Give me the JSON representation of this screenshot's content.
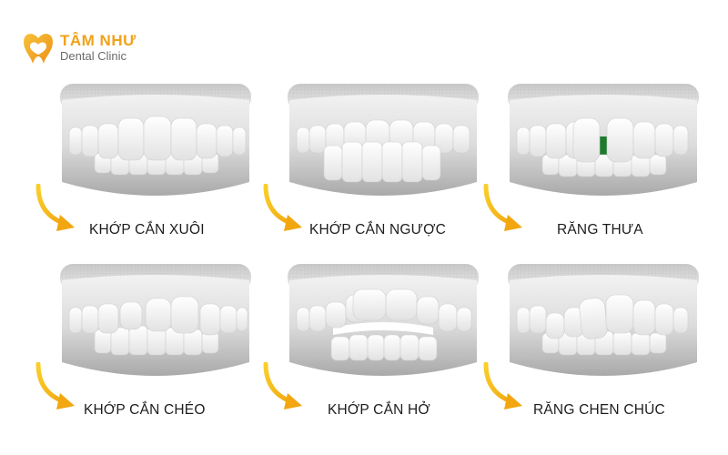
{
  "brand": {
    "name": "TÂM NHƯ",
    "subtitle": "Dental Clinic",
    "accent_color": "#f0a21a"
  },
  "cases": [
    {
      "label": "KHỚP CẮN XUÔI",
      "variant": "normal"
    },
    {
      "label": "KHỚP CẮN NGƯỢC",
      "variant": "underbite"
    },
    {
      "label": "RĂNG THƯA",
      "variant": "gap",
      "highlight_color": "#1f7a2e"
    },
    {
      "label": "KHỚP CẮN CHÉO",
      "variant": "crossbite"
    },
    {
      "label": "KHỚP CẮN HỞ",
      "variant": "openbite"
    },
    {
      "label": "RĂNG CHEN CHÚC",
      "variant": "crowded"
    }
  ],
  "icons": {
    "arrow": "curved-arrow-icon",
    "logo": "heart-tooth-logo-icon"
  }
}
